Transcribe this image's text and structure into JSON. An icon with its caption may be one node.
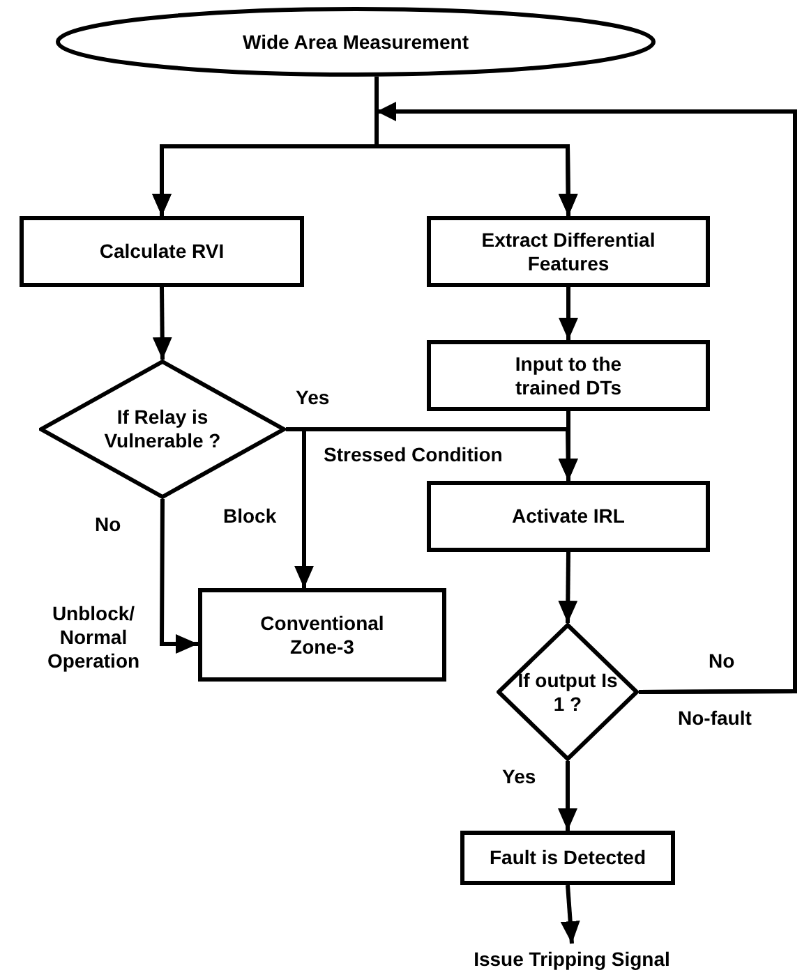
{
  "diagram": {
    "nodes": [
      {
        "text": [
          "Wide Area Measurement"
        ]
      },
      {
        "text": [
          "Calculate RVI"
        ]
      },
      {
        "text": [
          "Extract Differential Features"
        ]
      },
      {
        "text": [
          "Input to the trained DTs"
        ]
      },
      {
        "text": [
          "If Relay is Vulnerable ?"
        ]
      },
      {
        "text": [
          "Activate IRL"
        ]
      },
      {
        "text": [
          "Conventional Zone-3"
        ]
      },
      {
        "text": [
          "If output Is 1 ?"
        ]
      },
      {
        "text": [
          "Fault is Detected"
        ]
      },
      {
        "text": [
          "Issue Tripping Signal"
        ]
      }
    ],
    "edges": [
      {
        "from": 0,
        "to": 1,
        "arrow": "to"
      },
      {
        "from": 0,
        "to": 2,
        "arrow": "to"
      },
      {
        "from": 1,
        "to": 4,
        "arrow": "to"
      },
      {
        "from": 2,
        "to": 3,
        "arrow": "to"
      },
      {
        "from": 3,
        "to": 5,
        "arrow": "to"
      },
      {
        "from": 4,
        "to": 5,
        "arrow": "to",
        "label": "Stressed Condition"
      },
      {
        "from": 4,
        "to": 6,
        "arrow": "to",
        "label": "Block"
      },
      {
        "from": 4,
        "to": 6,
        "arrow": "to",
        "label": "Unblock/ Normal Operation"
      },
      {
        "from": 5,
        "to": 7,
        "arrow": "to"
      },
      {
        "from": 7,
        "to": 1,
        "arrow": "to",
        "label": "No"
      },
      {
        "from": 7,
        "to": 2,
        "arrow": "to"
      },
      {
        "from": 7,
        "to": 8,
        "arrow": "to",
        "label": "Yes"
      },
      {
        "from": 8,
        "to": 9,
        "arrow": "to"
      }
    ],
    "labels": [
      "Yes",
      "No",
      "No-fault"
    ]
  }
}
